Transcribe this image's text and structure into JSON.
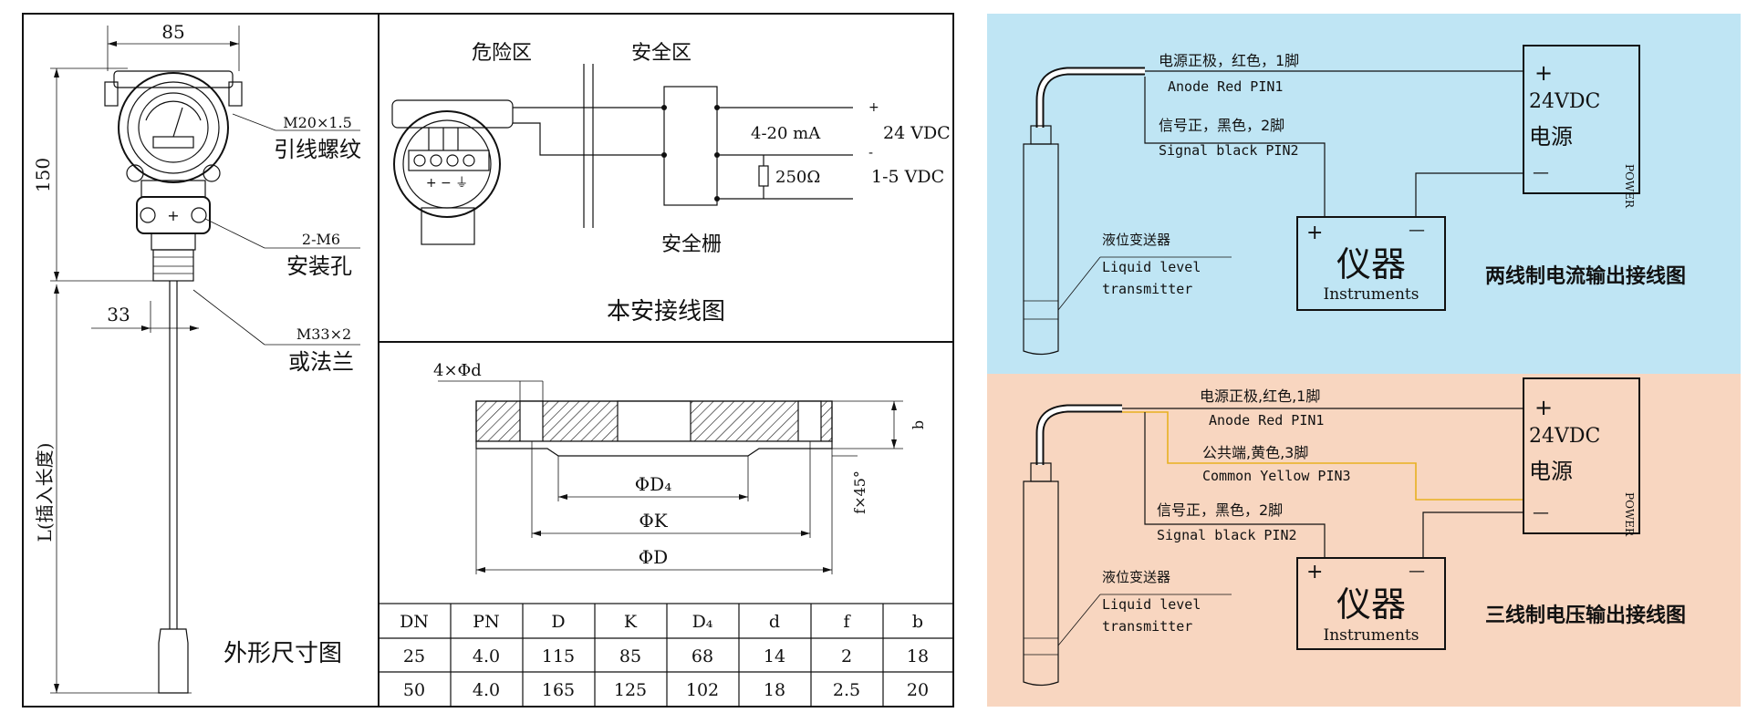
{
  "left_panel": {
    "outline": {
      "title": "外形尺寸图",
      "dim_width": "85",
      "dim_height": "150",
      "dim_33": "33",
      "dim_L": "L(插入长度)",
      "callout_thread_spec": "M20×1.5",
      "callout_thread_name": "引线螺纹",
      "callout_hole_spec": "2-M6",
      "callout_hole_name": "安装孔",
      "callout_flange_spec": "M33×2",
      "callout_flange_name": "或法兰"
    },
    "intrinsic": {
      "title": "本安接线图",
      "danger_zone": "危险区",
      "safe_zone": "安全区",
      "barrier": "安全栅",
      "current": "4-20 mA",
      "resistor": "250Ω",
      "supply": "24 VDC",
      "voltage_out": "1-5 VDC",
      "plus": "+",
      "minus": "-",
      "terminal_signs": "+ − ⏚"
    },
    "flange": {
      "holes": "4×Φd",
      "D4": "ΦD₄",
      "K": "ΦK",
      "D": "ΦD",
      "b": "b",
      "f": "f×45°"
    },
    "table": {
      "headers": [
        "DN",
        "PN",
        "D",
        "K",
        "D₄",
        "d",
        "f",
        "b"
      ],
      "rows": [
        [
          "25",
          "4.0",
          "115",
          "85",
          "68",
          "14",
          "2",
          "18"
        ],
        [
          "50",
          "4.0",
          "165",
          "125",
          "102",
          "18",
          "2.5",
          "20"
        ]
      ]
    }
  },
  "right_panel": {
    "colors": {
      "top_bg": "#bfe5f4",
      "bottom_bg": "#f8d6c0",
      "yellow_wire": "#e8b020"
    },
    "top": {
      "wire1_cn": "电源正极，红色，1脚",
      "wire1_en": "Anode Red PIN1",
      "wire2_cn": "信号正，黑色，2脚",
      "wire2_en": "Signal black PIN2",
      "supply_plus": "+",
      "supply_label": "24VDC",
      "supply_cn": "电源",
      "supply_minus": "—",
      "power_vertical": "POWER",
      "instr_plus": "+",
      "instr_minus": "—",
      "instr_cn": "仪器",
      "instr_en": "Instruments",
      "transmitter_cn": "液位变送器",
      "transmitter_en1": "Liquid level",
      "transmitter_en2": "transmitter",
      "caption": "两线制电流输出接线图"
    },
    "bottom": {
      "wire1_cn": "电源正极,红色,1脚",
      "wire1_en": "Anode  Red  PIN1",
      "wire3_cn": "公共端,黄色,3脚",
      "wire3_en": "Common Yellow PIN3",
      "wire2_cn": "信号正，黑色，2脚",
      "wire2_en": "Signal black PIN2",
      "supply_plus": "+",
      "supply_label": "24VDC",
      "supply_cn": "电源",
      "supply_minus": "—",
      "power_vertical": "POWER",
      "instr_plus": "+",
      "instr_minus": "—",
      "instr_cn": "仪器",
      "instr_en": "Instruments",
      "transmitter_cn": "液位变送器",
      "transmitter_en1": "Liquid level",
      "transmitter_en2": "transmitter",
      "caption": "三线制电压输出接线图"
    }
  }
}
